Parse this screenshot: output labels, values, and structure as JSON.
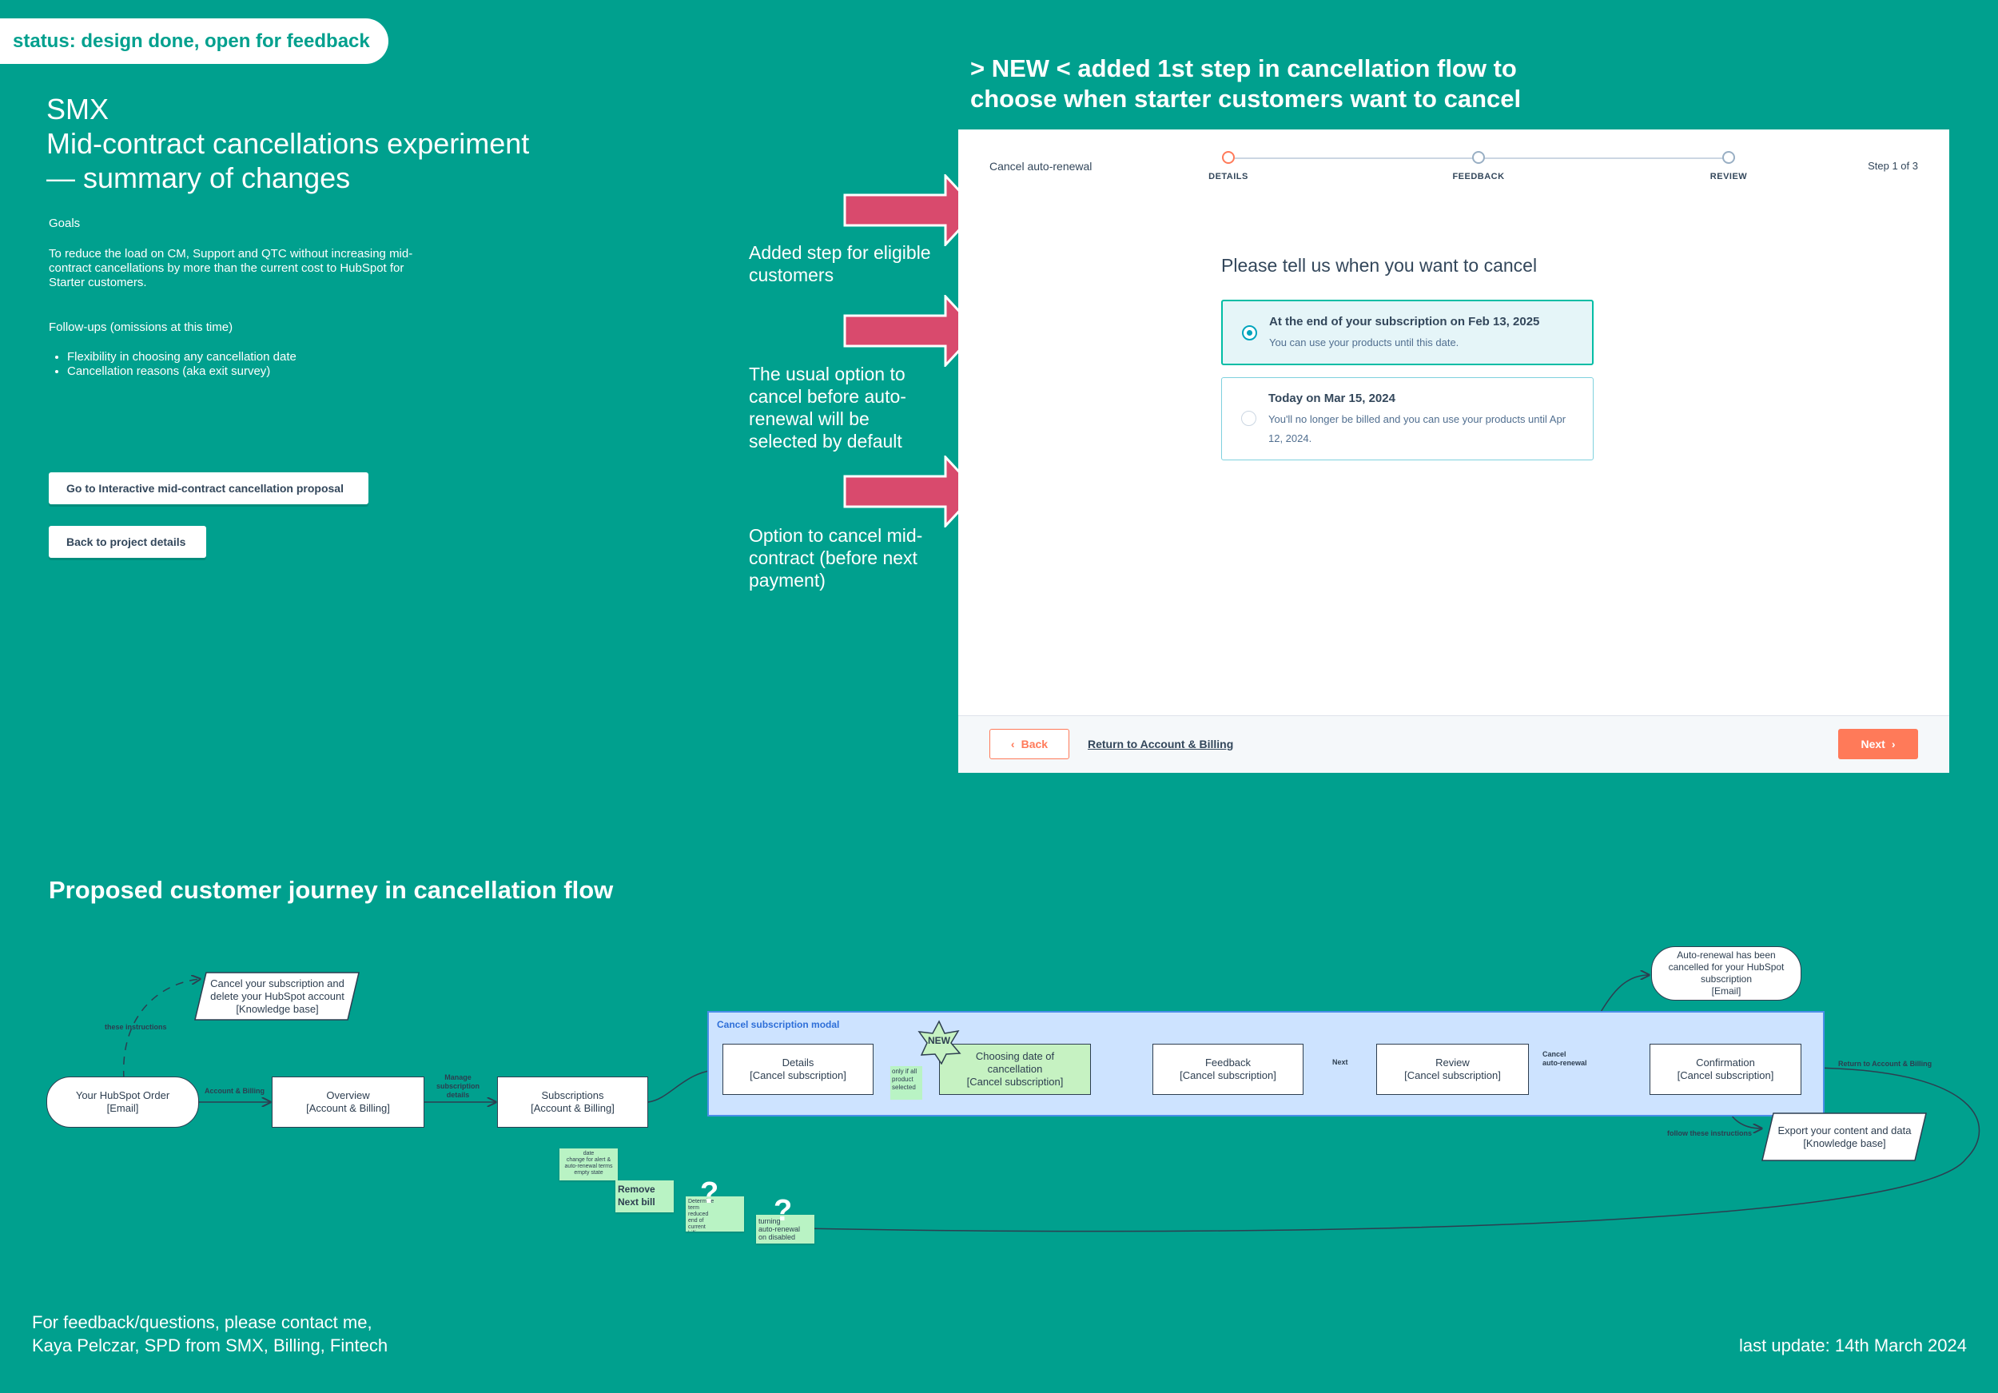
{
  "status": {
    "label": "status: design done, open for feedback"
  },
  "header": {
    "title": "SMX\nMid-contract cancellations experiment\n— summary of changes"
  },
  "goals": {
    "heading": "Goals",
    "text": "To reduce the load on CM, Support and QTC without increasing mid-contract cancellations by more than the current cost to HubSpot for Starter customers."
  },
  "followups": {
    "heading": "Follow-ups (omissions at this time)",
    "items": [
      "Flexibility in choosing any cancellation date",
      "Cancellation reasons (aka exit survey)"
    ]
  },
  "buttons": {
    "proposal": "Go to Interactive mid-contract cancellation proposal",
    "back_project": "Back to project details"
  },
  "new_heading": "> NEW < added 1st step in cancellation flow to\nchoose when starter customers want to cancel",
  "callouts": [
    "Added step for eligible customers",
    "The usual option to cancel before auto-renewal will be selected by default",
    "Option to cancel mid-contract (before next payment)"
  ],
  "mockup": {
    "header_label": "Cancel auto-renewal",
    "steps": [
      "DETAILS",
      "FEEDBACK",
      "REVIEW"
    ],
    "step_count": "Step 1 of 3",
    "question": "Please tell us when you want to cancel",
    "options": [
      {
        "title": "At the end of your subscription on Feb 13, 2025",
        "sub": "You can use your products until this date.",
        "selected": true
      },
      {
        "title": "Today on Mar 15, 2024",
        "sub": "You'll no longer be billed and you can use your products until Apr 12, 2024.",
        "selected": false
      }
    ],
    "back": "Back",
    "return_link": "Return to Account & Billing",
    "next": "Next"
  },
  "journey": {
    "heading": "Proposed customer journey in cancellation flow",
    "modal_label": "Cancel subscription modal",
    "nodes": {
      "order": "Your HubSpot Order\n[Email]",
      "overview": "Overview\n[Account & Billing]",
      "subscriptions": "Subscriptions\n[Account & Billing]",
      "details": "Details\n[Cancel subscription]",
      "choosing": "Choosing date of\ncancellation\n[Cancel subscription]",
      "feedback": "Feedback\n[Cancel subscription]",
      "review": "Review\n[Cancel subscription]",
      "confirmation": "Confirmation\n[Cancel subscription]",
      "kb_delete": "Cancel your subscription and\ndelete your HubSpot account\n[Knowledge base]",
      "email_cancelled": "Auto-renewal has been\ncancelled for your HubSpot\nsubscription\n[Email]",
      "kb_export": "Export your content and data\n[Knowledge base]"
    },
    "new_badge": "NEW",
    "edge_labels": {
      "instructions": "these instructions",
      "account_billing": "Account & Billing",
      "manage": "Manage\nsubscription\ndetails",
      "only_if": "only if all\nproduct\nselected",
      "next": "Next",
      "cancel_auto": "Cancel\nauto-renewal",
      "return_ab": "Return to Account & Billing",
      "follow": "follow these instructions"
    },
    "stickies": {
      "date_change": "date\nchange for alert &\nauto-renewal terms\nempty state",
      "remove_next": "Remove\nNext bill",
      "determine": "Determine\nterm\nreduced\nend of\ncurrent\nbilling\ncycle",
      "turning": "turning\nauto-renewal\non disabled"
    },
    "question_marks": [
      "?",
      "?"
    ]
  },
  "footer": {
    "contact": "For feedback/questions, please contact me,\nKaya Pelczar, SPD from SMX, Billing, Fintech",
    "updated": "last update: 14th March 2024"
  },
  "colors": {
    "background": "#00A08E",
    "arrow": "#D94A6D",
    "accent": "#FF7A59",
    "modal": "#CDE3FF"
  }
}
